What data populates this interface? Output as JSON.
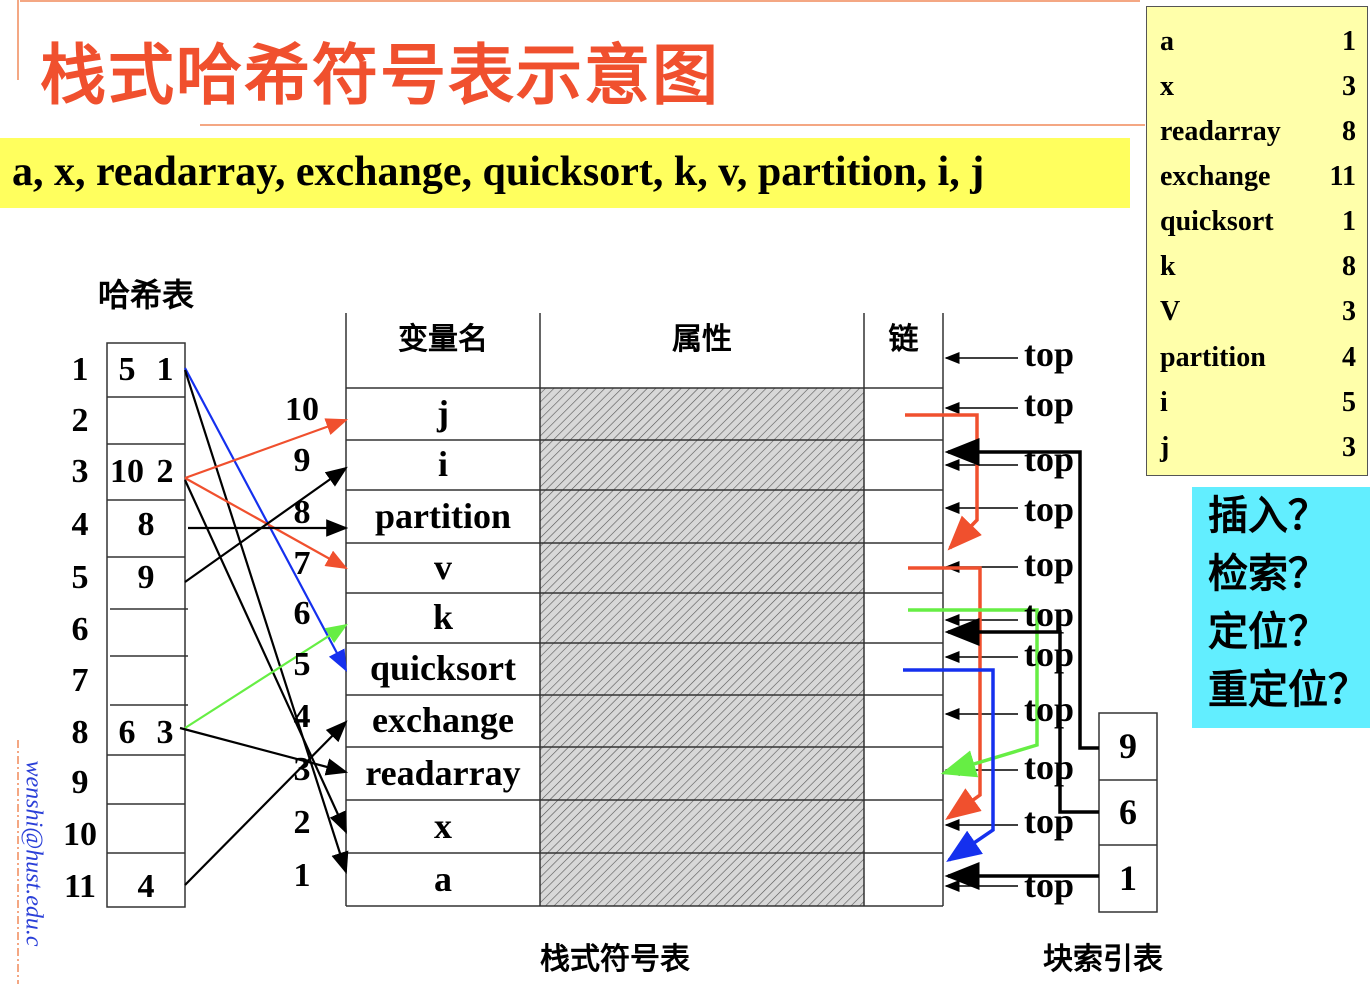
{
  "title": "栈式哈希符号表示意图",
  "sequence": "a, x, readarray, exchange, quicksort, k, v, partition, i, j",
  "lookup_table": [
    {
      "name": "a",
      "value": "1"
    },
    {
      "name": "x",
      "value": "3"
    },
    {
      "name": "readarray",
      "value": "8"
    },
    {
      "name": "exchange",
      "value": "11"
    },
    {
      "name": "quicksort",
      "value": "1"
    },
    {
      "name": "k",
      "value": "8"
    },
    {
      "name": "V",
      "value": "3"
    },
    {
      "name": "partition",
      "value": "4"
    },
    {
      "name": "i",
      "value": "5"
    },
    {
      "name": "j",
      "value": "3"
    }
  ],
  "questions": [
    "插入？",
    "检索？",
    "定位？",
    "重定位？"
  ],
  "hash_table": {
    "label": "哈希表",
    "row_numbers": [
      "1",
      "2",
      "3",
      "4",
      "5",
      "6",
      "7",
      "8",
      "9",
      "10",
      "11"
    ],
    "cells": [
      [
        "5",
        "1"
      ],
      [],
      [
        "10",
        "2"
      ],
      [
        "8"
      ],
      [
        "9"
      ],
      [],
      [],
      [
        "6",
        "3"
      ],
      [],
      [],
      [
        "4"
      ]
    ]
  },
  "symbol_table": {
    "headers": {
      "name": "变量名",
      "attribute": "属性",
      "chain": "链"
    },
    "rows": [
      {
        "index": "10",
        "name": "j"
      },
      {
        "index": "9",
        "name": "i"
      },
      {
        "index": "8",
        "name": "partition"
      },
      {
        "index": "7",
        "name": "v"
      },
      {
        "index": "6",
        "name": "k"
      },
      {
        "index": "5",
        "name": "quicksort"
      },
      {
        "index": "4",
        "name": "exchange"
      },
      {
        "index": "3",
        "name": "readarray"
      },
      {
        "index": "2",
        "name": "x"
      },
      {
        "index": "1",
        "name": "a"
      }
    ],
    "caption": "栈式符号表"
  },
  "top_labels": [
    "top",
    "top",
    "top",
    "top",
    "top",
    "top",
    "top",
    "top",
    "top",
    "top",
    "top"
  ],
  "block_index": {
    "values": [
      "9",
      "6",
      "1"
    ],
    "caption": "块索引表"
  },
  "email": "wenshi@hust.edu.c",
  "colors": {
    "title": "#f0502e",
    "band": "#ffff5e",
    "lookup_bg": "#ffffaa",
    "question_bg": "#62eeff",
    "red": "#f0502e",
    "green": "#66ee44",
    "blue": "#1530ee"
  }
}
